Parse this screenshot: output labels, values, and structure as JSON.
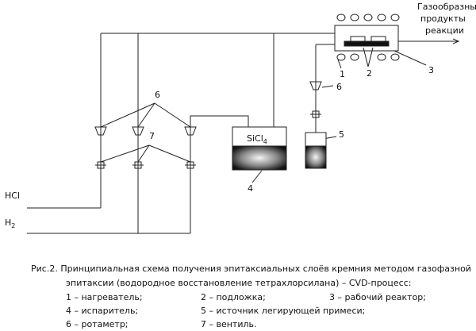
{
  "diagram": {
    "inputs": {
      "hcl": "HCl",
      "h2_base": "H",
      "h2_sub": "2"
    },
    "output_label": [
      "Газообразные",
      "продукты",
      "реакции"
    ],
    "evaporator_label_base": "SiCl",
    "evaporator_label_sub": "4",
    "callouts": [
      "1",
      "2",
      "3",
      "4",
      "5",
      "6",
      "6",
      "7"
    ],
    "colors": {
      "line": "#222222",
      "gradient_dark": "#101010",
      "gradient_light": "#f4f4f4"
    }
  },
  "caption": {
    "title_line1": "Рис.2. Принципиальная схема получения эпитаксиальных слоёв кремния методом газофазной",
    "title_line2": "эпитаксии (водородное восстановление тетрахлорсилана) – CVD-процесс:",
    "legend": [
      "1 – нагреватель;",
      "2 – подложка;",
      "3 – рабочий реактор;",
      "4 – испаритель;",
      "5 – источник легирующей примеси;",
      "6 – ротаметр;",
      "7 – вентиль."
    ]
  }
}
